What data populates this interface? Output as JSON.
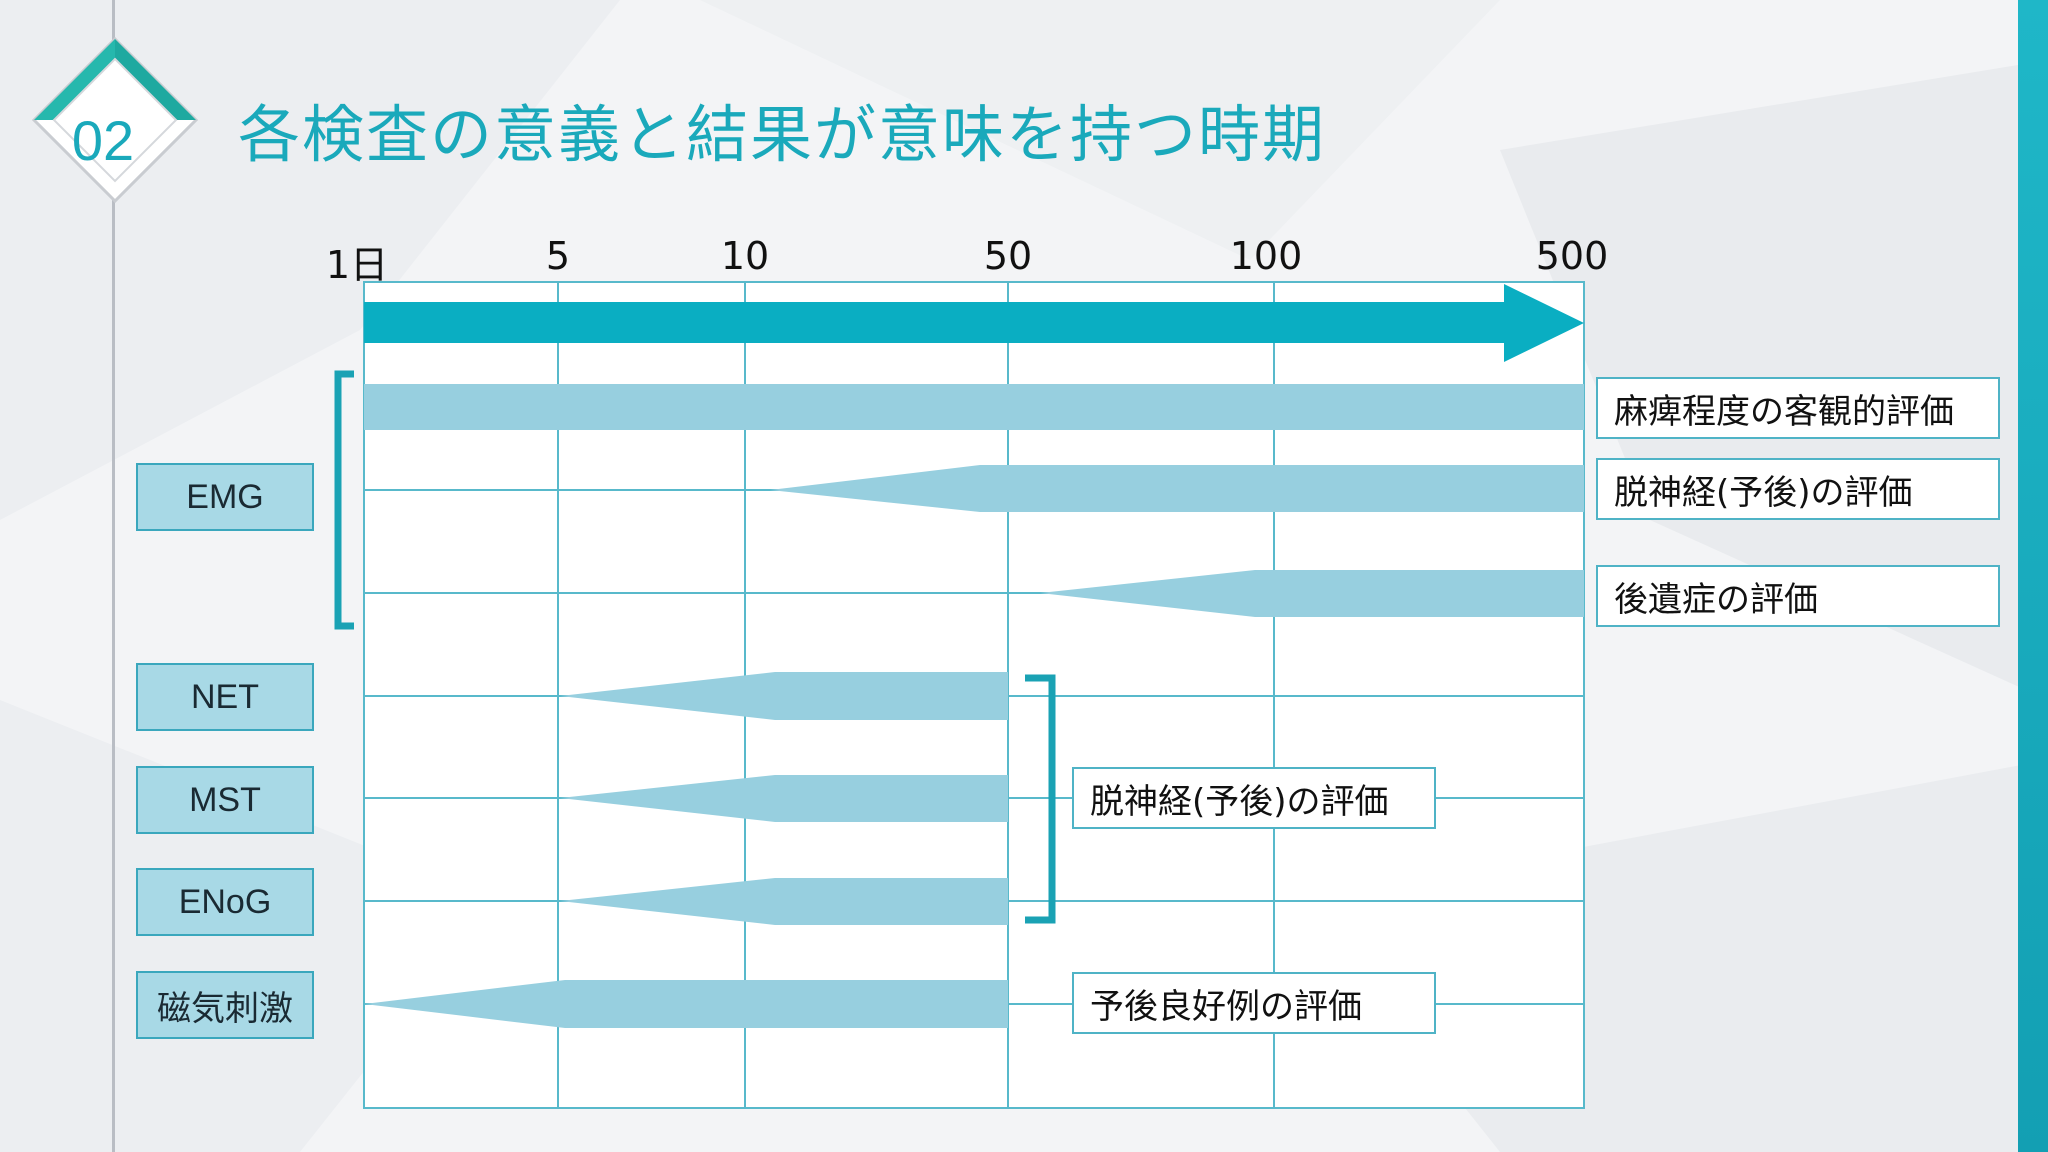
{
  "slide": {
    "number": "02",
    "title": "各検査の意義と結果が意味を持つ時期"
  },
  "axis": {
    "ticks": [
      "1日",
      "5",
      "10",
      "50",
      "100",
      "500"
    ]
  },
  "tests": [
    "EMG",
    "NET",
    "MST",
    "ENoG",
    "磁気刺激"
  ],
  "evaluations": {
    "emg_severity": "麻痺程度の客観的評価",
    "emg_prognosis": "脱神経(予後)の評価",
    "emg_sequelae": "後遺症の評価",
    "group_prognosis": "脱神経(予後)の評価",
    "magnetic_good": "予後良好例の評価"
  },
  "colors": {
    "accent": "#1aa9bb",
    "arrow": "#0aaec2",
    "band": "#97cfdf",
    "grid": "#58b9cb"
  }
}
